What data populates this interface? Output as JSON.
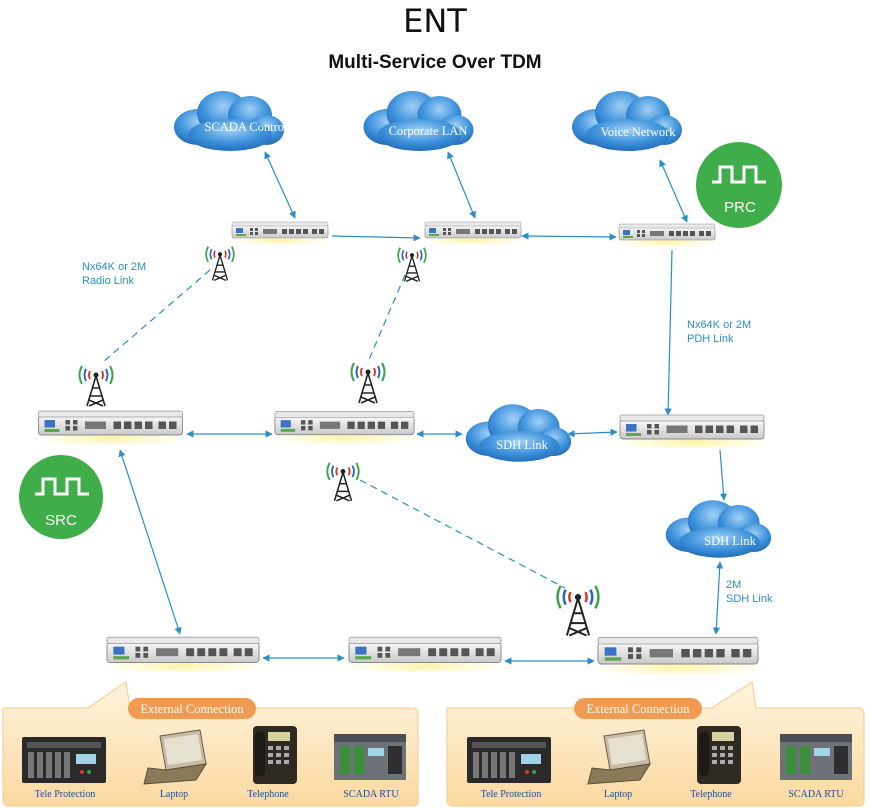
{
  "title": "ENT",
  "subtitle": "Multi-Service Over TDM",
  "clouds": {
    "scada_control": "SCADA Control",
    "corporate_lan": "Corporate LAN",
    "voice_network": "Voice Network",
    "sdh_link_mid": "SDH Link",
    "sdh_link_right": "SDH Link"
  },
  "clock_badges": {
    "prc": "PRC",
    "src": "SRC"
  },
  "link_labels": {
    "radio_link_line1": "Nx64K or 2M",
    "radio_link_line2": "Radio Link",
    "pdh_link_line1": "Nx64K or 2M",
    "pdh_link_line2": "PDH Link",
    "sdh_link_line1": "2M",
    "sdh_link_line2": "SDH Link"
  },
  "external_left": {
    "title": "External Connection",
    "items": [
      "Tele Protection",
      "Laptop",
      "Telephone",
      "SCADA RTU"
    ]
  },
  "external_right": {
    "title": "External Connection",
    "items": [
      "Tele Protection",
      "Laptop",
      "Telephone",
      "SCADA RTU"
    ]
  },
  "colors": {
    "link_blue": "#2a8ec8",
    "cloud_blue": "#3a8ed6",
    "badge_green": "#3fae4a",
    "panel_orange": "#f19a52",
    "panel_fill": "#fdebc8"
  }
}
